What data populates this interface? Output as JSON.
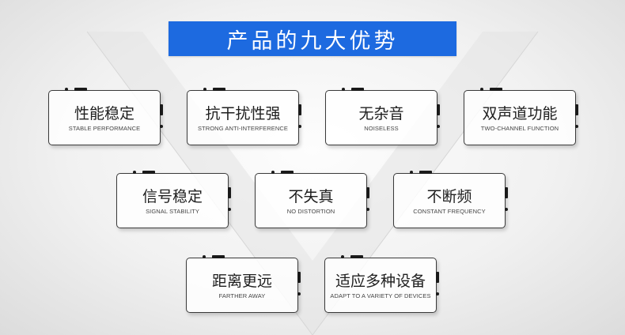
{
  "banner": {
    "title": "产品的九大优势",
    "color": "#1d6ae0"
  },
  "features": [
    {
      "cn": "性能稳定",
      "en": "STABLE PERFORMANCE"
    },
    {
      "cn": "抗干扰性强",
      "en": "STRONG ANTI-INTERFERENCE"
    },
    {
      "cn": "无杂音",
      "en": "NOISELESS"
    },
    {
      "cn": "双声道功能",
      "en": "TWO-CHANNEL FUNCTION"
    },
    {
      "cn": "信号稳定",
      "en": "SIGNAL STABILITY"
    },
    {
      "cn": "不失真",
      "en": "NO DISTORTION"
    },
    {
      "cn": "不断频",
      "en": "CONSTANT FREQUENCY"
    },
    {
      "cn": "距离更远",
      "en": "FARTHER AWAY"
    },
    {
      "cn": "适应多种设备",
      "en": "ADAPT TO A VARIETY OF DEVICES"
    }
  ]
}
